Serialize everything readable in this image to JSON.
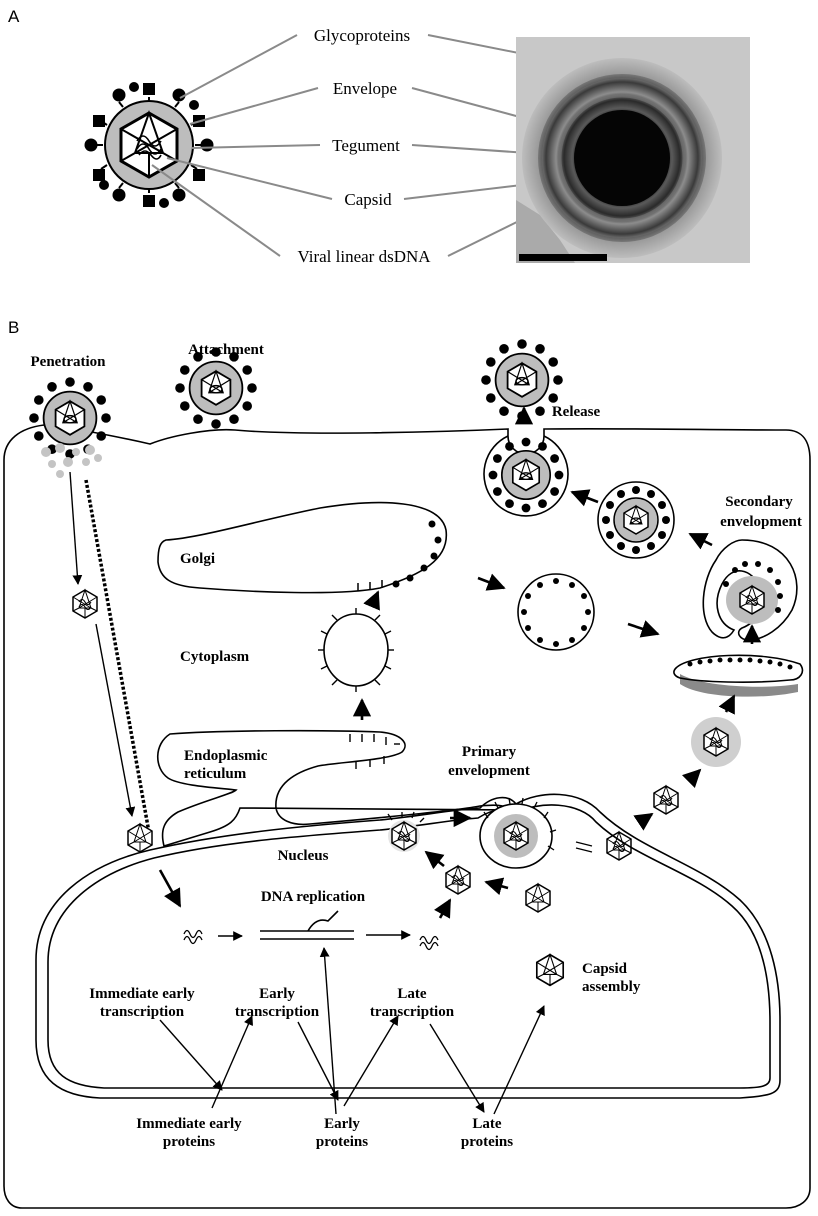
{
  "panel_a": {
    "letter": "A",
    "labels": {
      "glycoproteins": "Glycoproteins",
      "envelope": "Envelope",
      "tegument": "Tegument",
      "capsid": "Capsid",
      "dna": "Viral linear dsDNA"
    }
  },
  "panel_b": {
    "letter": "B",
    "labels": {
      "penetration": "Penetration",
      "attachment": "Attachment",
      "release": "Release",
      "secondary_1": "Secondary",
      "secondary_2": "envelopment",
      "golgi": "Golgi",
      "cytoplasm": "Cytoplasm",
      "er_1": "Endoplasmic",
      "er_2": "reticulum",
      "primary_1": "Primary",
      "primary_2": "envelopment",
      "nucleus": "Nucleus",
      "dna_replication": "DNA replication",
      "capsid_assembly_1": "Capsid",
      "capsid_assembly_2": "assembly",
      "ie_transcription_1": "Immediate early",
      "ie_transcription_2": "transcription",
      "e_transcription_1": "Early",
      "e_transcription_2": "transcription",
      "l_transcription_1": "Late",
      "l_transcription_2": "transcription",
      "ie_proteins_1": "Immediate early",
      "ie_proteins_2": "proteins",
      "e_proteins_1": "Early",
      "e_proteins_2": "proteins",
      "l_proteins_1": "Late",
      "l_proteins_2": "proteins"
    }
  }
}
